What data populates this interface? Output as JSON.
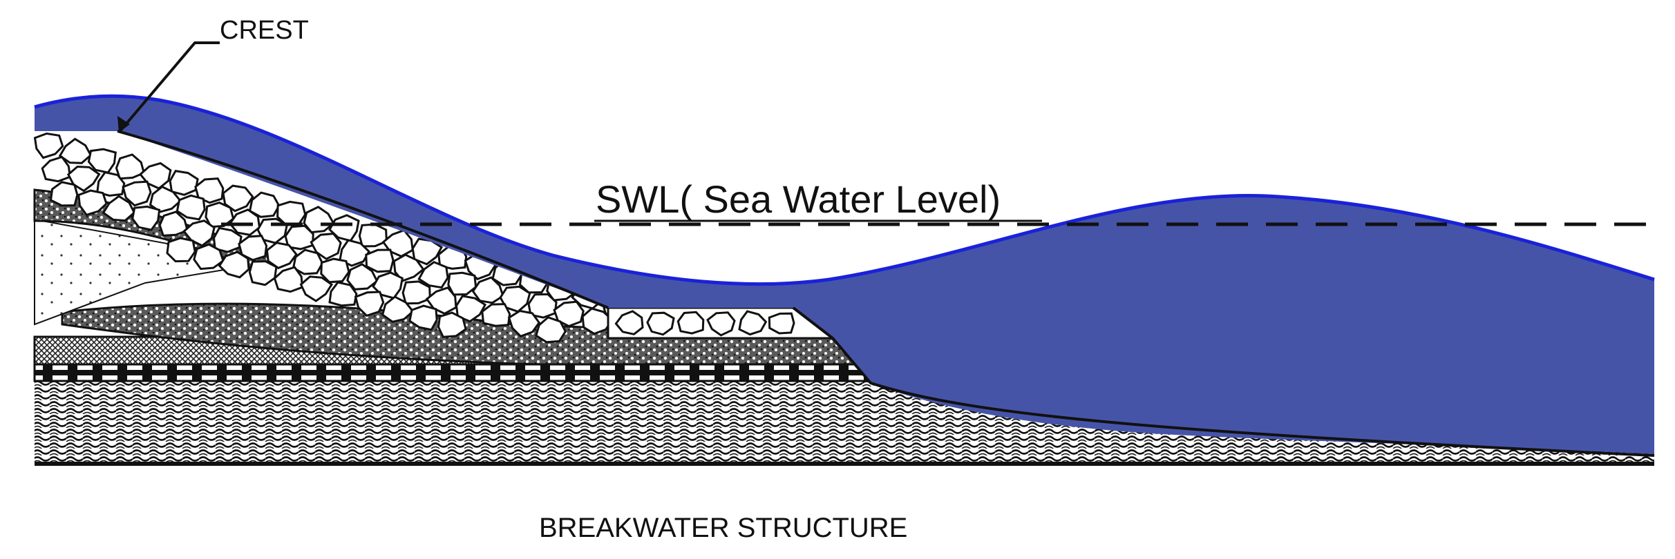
{
  "labels": {
    "crest": "CREST",
    "swl": "SWL( Sea Water Level)",
    "caption": "BREAKWATER STRUCTURE"
  },
  "colors": {
    "water": "#4654a8",
    "water_edge": "#1a22d8",
    "line": "#111111",
    "background": "#ffffff"
  }
}
